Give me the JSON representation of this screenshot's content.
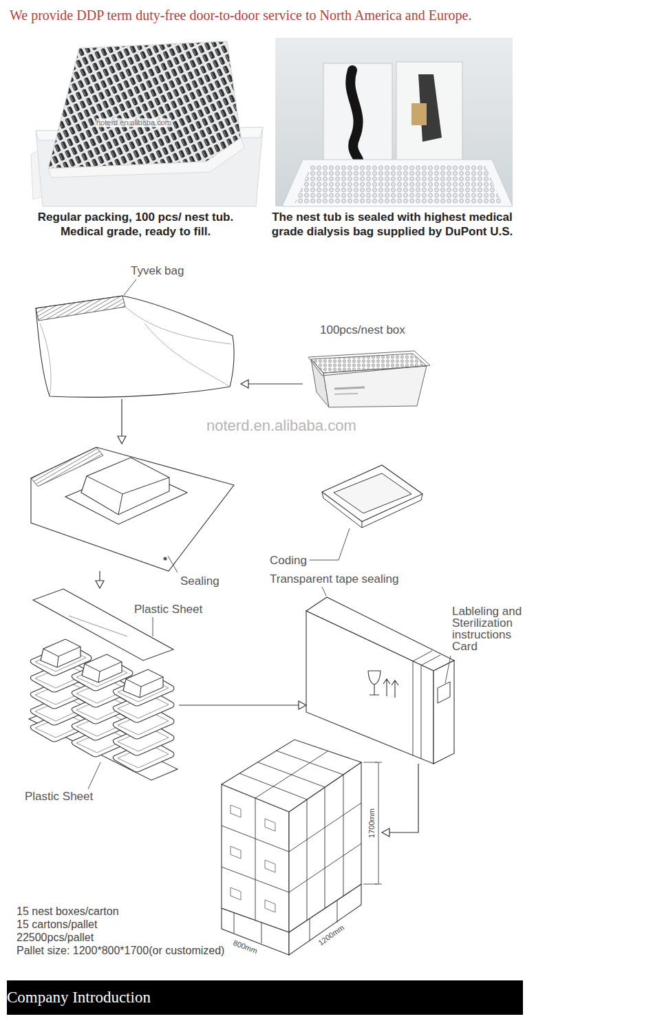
{
  "diagram": {
    "nodes": [
      {
        "text": [
          "100pcs/nest box"
        ]
      },
      {
        "text": [
          "Tyvek bag"
        ]
      },
      {
        "text": [
          "Sealing"
        ]
      },
      {
        "text": [
          "Plastic Sheet",
          "Plastic Sheet"
        ]
      },
      {
        "text": [
          "Transparent tape sealing",
          "Lableling and Sterilization instructions Card"
        ]
      },
      {
        "text": [
          "15 nest boxes/carton",
          "15 cartons/pallet",
          "22500pcs/pallet",
          "Pallet size: 1200*800*1700(or customized)"
        ]
      },
      {
        "text": [
          "Company Introduction"
        ]
      }
    ],
    "edges": [
      {
        "from": 0,
        "to": 1,
        "arrow": "to"
      },
      {
        "from": 1,
        "to": 2,
        "arrow": "to"
      },
      {
        "from": 2,
        "to": 3,
        "arrow": "to"
      },
      {
        "from": 3,
        "to": 4,
        "arrow": "to"
      },
      {
        "from": 4,
        "to": 5,
        "arrow": "to"
      }
    ],
    "labels": [
      "We provide DDP term duty-free door-to-door service to North America and Europe.",
      "noterd.en.alibaba.com",
      "Regular packing, 100 pcs/ nest tub. Medical grade, ready to fill.",
      "The nest tub is sealed with highest medical grade dialysis bag supplied by DuPont U.S.",
      "Coding",
      "noterd.en.alibaba.com",
      "1700mm",
      "800mm",
      "1200mm"
    ]
  }
}
